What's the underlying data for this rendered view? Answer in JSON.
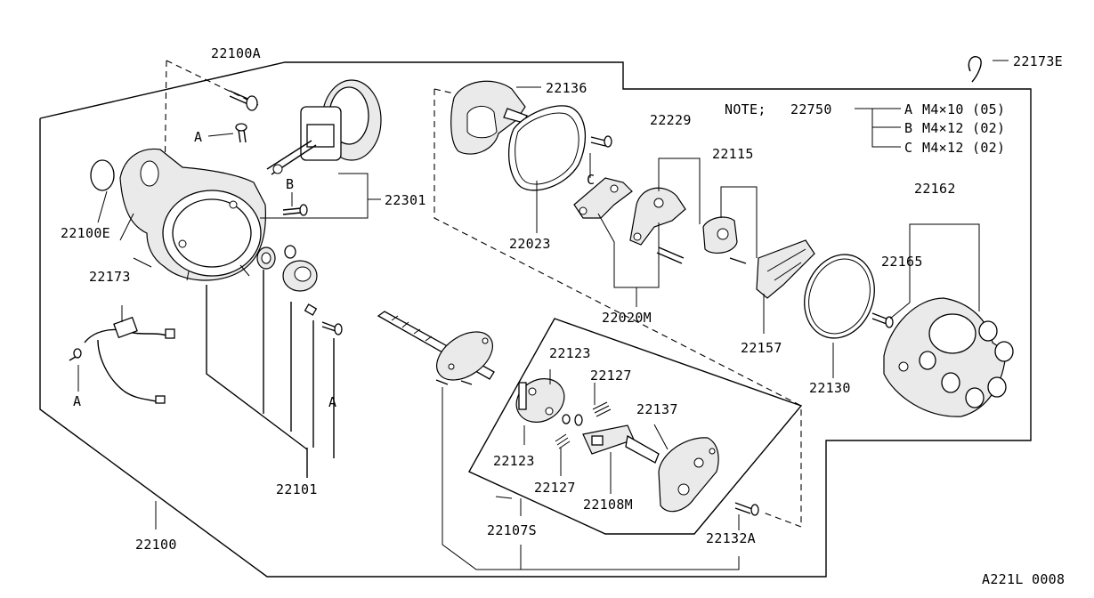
{
  "diagram": {
    "footer_code": "A221L 0008",
    "note": {
      "prefix": "NOTE;",
      "part": "22750",
      "rows": [
        {
          "letter": "A",
          "spec": "M4×10 (05)"
        },
        {
          "letter": "B",
          "spec": "M4×12 (02)"
        },
        {
          "letter": "C",
          "spec": "M4×12 (02)"
        }
      ]
    },
    "labels": {
      "p22100A": "22100A",
      "p22173E": "22173E",
      "p22136": "22136",
      "p22229": "22229",
      "p22115": "22115",
      "p22162": "22162",
      "p22165": "22165",
      "p22301": "22301",
      "p22100E": "22100E",
      "p22023": "22023",
      "p22173": "22173",
      "p22020M": "22020M",
      "p22157": "22157",
      "p22130": "22130",
      "p22123a": "22123",
      "p22127a": "22127",
      "p22137": "22137",
      "p22123b": "22123",
      "p22127b": "22127",
      "p22108M": "22108M",
      "p22101": "22101",
      "p22107S": "22107S",
      "p22132A": "22132A",
      "p22100": "22100",
      "markA1": "A",
      "markB": "B",
      "markC": "C",
      "markA2": "A",
      "markA3": "A"
    }
  }
}
